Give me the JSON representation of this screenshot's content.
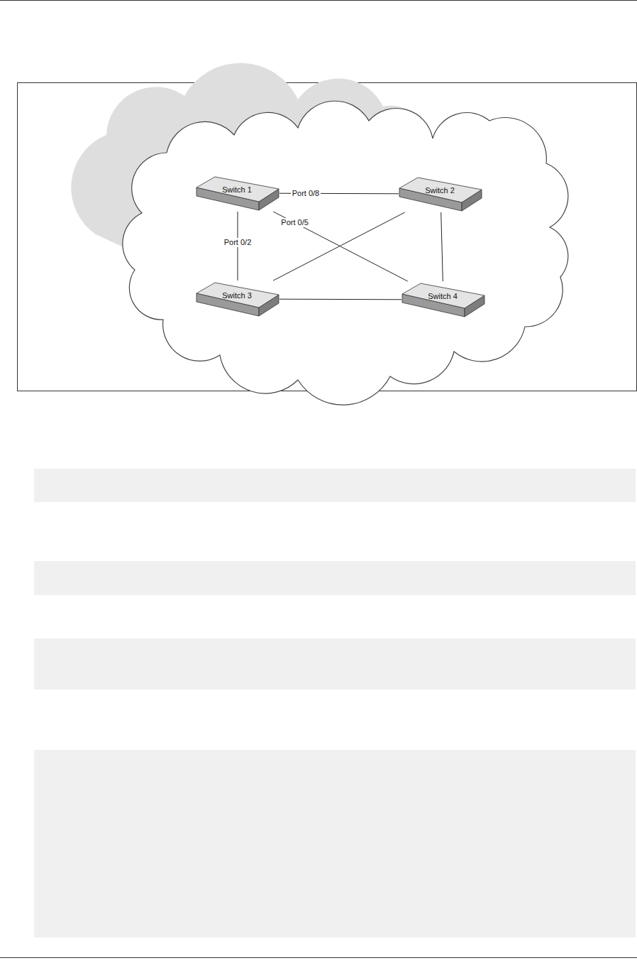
{
  "diagram": {
    "nodes": [
      {
        "text": [
          "Switch 1"
        ]
      },
      {
        "text": [
          "Switch 2"
        ]
      },
      {
        "text": [
          "Switch 3"
        ]
      },
      {
        "text": [
          "Switch 4"
        ]
      }
    ],
    "edges": [
      {
        "from": 0,
        "to": 1,
        "arrow": "none",
        "label": "Port 0/8"
      },
      {
        "from": 0,
        "to": 3,
        "arrow": "none",
        "label": "Port 0/5"
      },
      {
        "from": 0,
        "to": 2,
        "arrow": "none",
        "label": "Port 0/2"
      },
      {
        "from": 1,
        "to": 2,
        "arrow": "none"
      },
      {
        "from": 1,
        "to": 3,
        "arrow": "none"
      },
      {
        "from": 2,
        "to": 3,
        "arrow": "none"
      }
    ]
  }
}
